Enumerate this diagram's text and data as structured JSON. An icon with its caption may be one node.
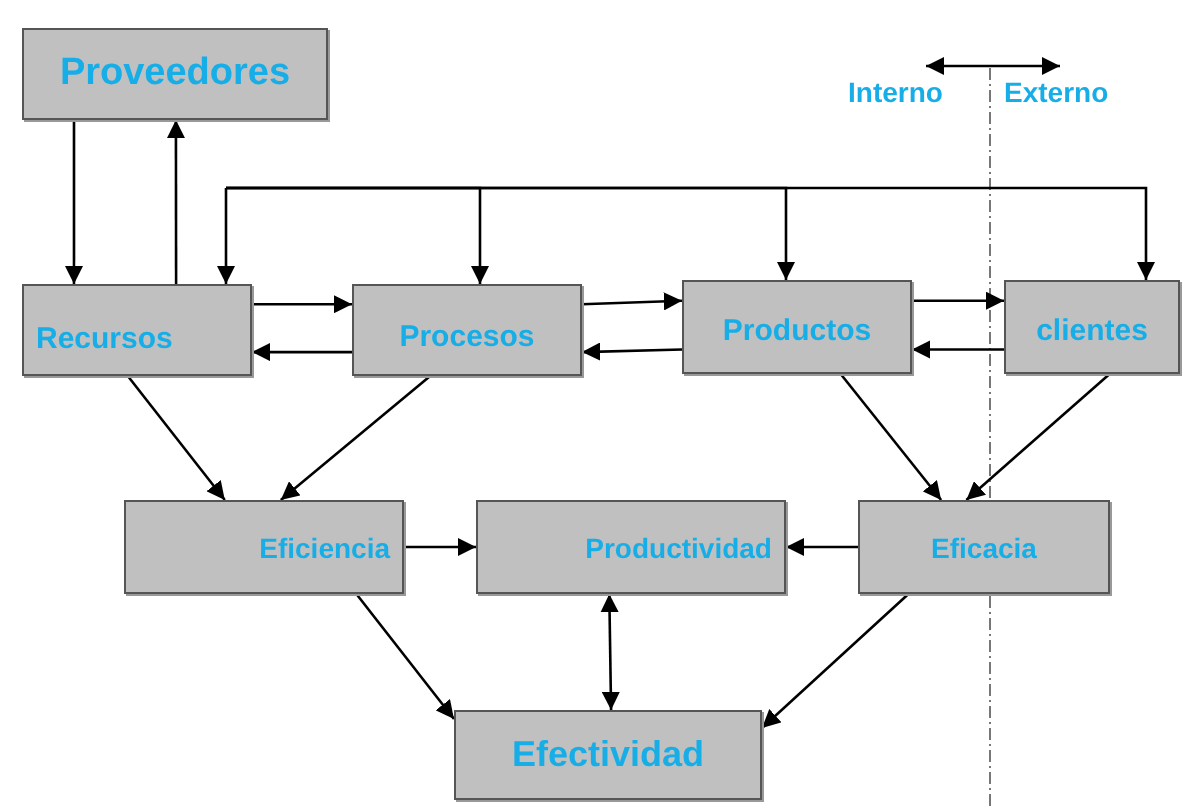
{
  "diagram": {
    "nodes": [
      {
        "text": [
          "Proveedores"
        ]
      },
      {
        "text": [
          "Recursos"
        ]
      },
      {
        "text": [
          "Procesos"
        ]
      },
      {
        "text": [
          "Productos"
        ]
      },
      {
        "text": [
          "clientes"
        ]
      },
      {
        "text": [
          "Eficiencia"
        ]
      },
      {
        "text": [
          "Productividad"
        ]
      },
      {
        "text": [
          "Eficacia"
        ]
      },
      {
        "text": [
          "Efectividad"
        ]
      }
    ],
    "edges": [
      {
        "from": 0,
        "to": 1,
        "arrow": "to"
      },
      {
        "from": 1,
        "to": 0,
        "arrow": "to"
      },
      {
        "from": null,
        "to": 1,
        "arrow": "to"
      },
      {
        "from": null,
        "to": 2,
        "arrow": "to"
      },
      {
        "from": null,
        "to": 3,
        "arrow": "to"
      },
      {
        "from": null,
        "to": 4,
        "arrow": "to"
      },
      {
        "from": 1,
        "to": 2,
        "arrow": "to"
      },
      {
        "from": 2,
        "to": 1,
        "arrow": "to"
      },
      {
        "from": 2,
        "to": 3,
        "arrow": "to"
      },
      {
        "from": 3,
        "to": 2,
        "arrow": "to"
      },
      {
        "from": 3,
        "to": 4,
        "arrow": "to"
      },
      {
        "from": 4,
        "to": 3,
        "arrow": "to"
      },
      {
        "from": 1,
        "to": 5,
        "arrow": "to"
      },
      {
        "from": 2,
        "to": 5,
        "arrow": "to"
      },
      {
        "from": 3,
        "to": 7,
        "arrow": "to"
      },
      {
        "from": 4,
        "to": 7,
        "arrow": "to"
      },
      {
        "from": 5,
        "to": 6,
        "arrow": "to"
      },
      {
        "from": 7,
        "to": 6,
        "arrow": "to"
      },
      {
        "from": 6,
        "to": 8,
        "arrow": "both"
      },
      {
        "from": 5,
        "to": 8,
        "arrow": "to"
      },
      {
        "from": 7,
        "to": 8,
        "arrow": "to"
      }
    ],
    "labels": [
      "Interno",
      "Externo"
    ]
  }
}
